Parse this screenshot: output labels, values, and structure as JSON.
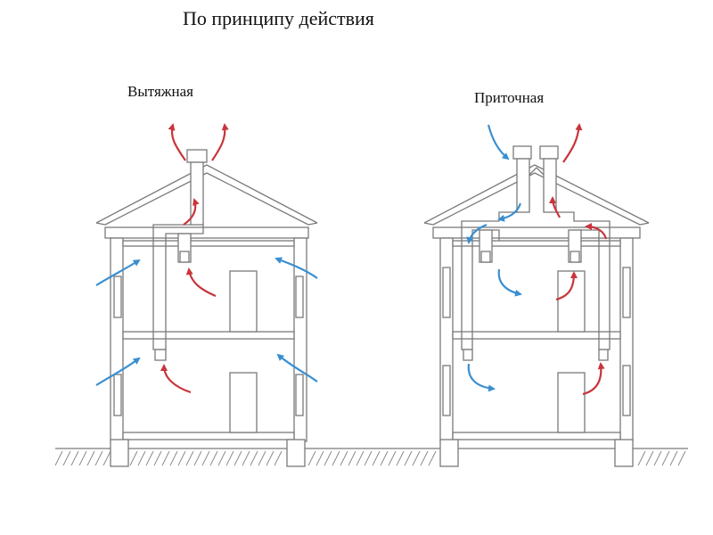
{
  "title": "По принципу действия",
  "labels": {
    "exhaust": "Вытяжная",
    "supply": "Приточная"
  },
  "colors": {
    "warm_air": "#c8353b",
    "fresh_air": "#3a8fd0",
    "outline": "#7a7a7a"
  }
}
